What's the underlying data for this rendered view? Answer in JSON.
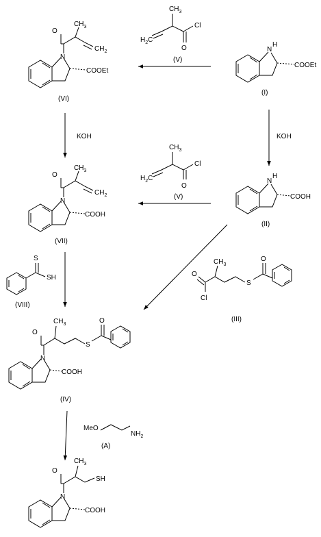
{
  "compounds": {
    "I": {
      "label": "(I)",
      "ester": "COOEt"
    },
    "II": {
      "label": "(II)",
      "acid": "COOH"
    },
    "III": {
      "label": "(III)"
    },
    "IV": {
      "label": "(IV)",
      "acid": "COOH"
    },
    "V_top": {
      "label": "(V)"
    },
    "V_mid": {
      "label": "(V)"
    },
    "VI": {
      "label": "(VI)",
      "ester": "COOEt"
    },
    "VII": {
      "label": "(VII)",
      "acid": "COOH"
    },
    "VIII": {
      "label": "(VIII)"
    },
    "A": {
      "label": "(A)",
      "formula_left": "MeO",
      "formula_right": "NH",
      "formula_sub": "2"
    },
    "product": {
      "acid": "COOH"
    }
  },
  "atoms": {
    "N": "N",
    "H": "H",
    "O": "O",
    "Cl": "Cl",
    "S": "S",
    "SH": "SH",
    "CH3": "CH",
    "CH2": "CH",
    "sub2": "2",
    "sub3": "3"
  },
  "reagents": {
    "koh_right": "KOH",
    "koh_left": "KOH"
  }
}
